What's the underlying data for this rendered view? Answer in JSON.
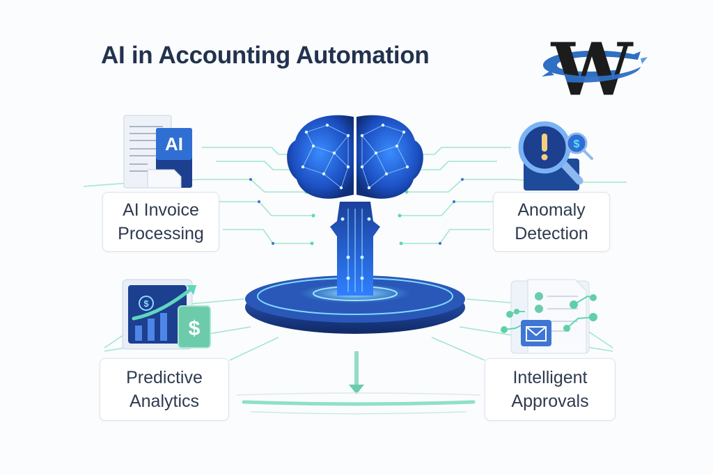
{
  "title": "AI in Accounting Automation",
  "logo": {
    "letter": "W",
    "icon": "w-swoosh-logo-icon",
    "colors": {
      "letter": "#1c1c1c",
      "swoosh": "#2f6fc4"
    }
  },
  "center": {
    "icon": "ai-brain-circuit-icon",
    "platform_icon": "glowing-platform-icon",
    "arrow_icon": "arrow-down-icon"
  },
  "features": [
    {
      "id": "invoice",
      "line1": "AI Invoice",
      "line2": "Processing",
      "icon": "ai-document-icon",
      "icon_badge": "AI"
    },
    {
      "id": "anomaly",
      "line1": "Anomaly",
      "line2": "Detection",
      "icon": "magnifier-alert-icon",
      "icon_badge": "!",
      "secondary_badge": "$"
    },
    {
      "id": "predictive",
      "line1": "Predictive",
      "line2": "Analytics",
      "icon": "chart-growth-dollar-icon",
      "icon_badge": "$"
    },
    {
      "id": "approvals",
      "line1": "Intelligent",
      "line2": "Approvals",
      "icon": "checklist-envelope-icon"
    }
  ],
  "colors": {
    "background": "#fbfcfd",
    "title": "#22324f",
    "card_text": "#2e3a4f",
    "card_border": "#dde3ea",
    "brain_blue": "#1f5fd6",
    "glow_cyan": "#5fd0ff",
    "circuit_green": "#5fd6b0",
    "navy": "#1c3f8f"
  }
}
